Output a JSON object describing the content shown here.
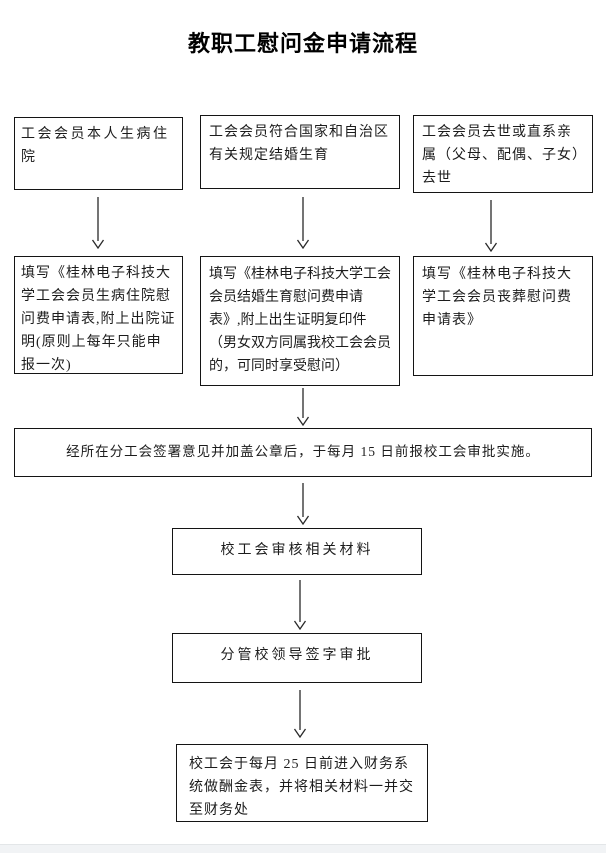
{
  "title": "教职工慰问金申请流程",
  "flow": {
    "conditions": [
      {
        "text": "工会会员本人生病住院"
      },
      {
        "text": "工会会员符合国家和自治区有关规定结婚生育"
      },
      {
        "text": "工会会员去世或直系亲属（父母、配偶、子女）去世"
      }
    ],
    "forms": [
      {
        "text": "填写《桂林电子科技大学工会会员生病住院慰问费申请表,附上出院证明(原则上每年只能申报一次)"
      },
      {
        "text": "填写《桂林电子科技大学工会会员结婚生育慰问费申请表》,附上出生证明复印件（男女双方同属我校工会会员的，可同时享受慰问）"
      },
      {
        "text": "填写《桂林电子科技大学工会会员丧葬慰问费申请表》"
      }
    ],
    "steps": {
      "submit": "经所在分工会签署意见并加盖公章后，于每月 15 日前报校工会审批实施。",
      "review": "校工会审核相关材料",
      "approve": "分管校领导签字审批",
      "finance": "校工会于每月 25 日前进入财务系统做酬金表，并将相关材料一并交至财务处"
    }
  },
  "colors": {
    "border": "#141414",
    "text": "#1c1c1c",
    "background": "#ffffff",
    "scrollbar_track": "#f1f3f5"
  }
}
